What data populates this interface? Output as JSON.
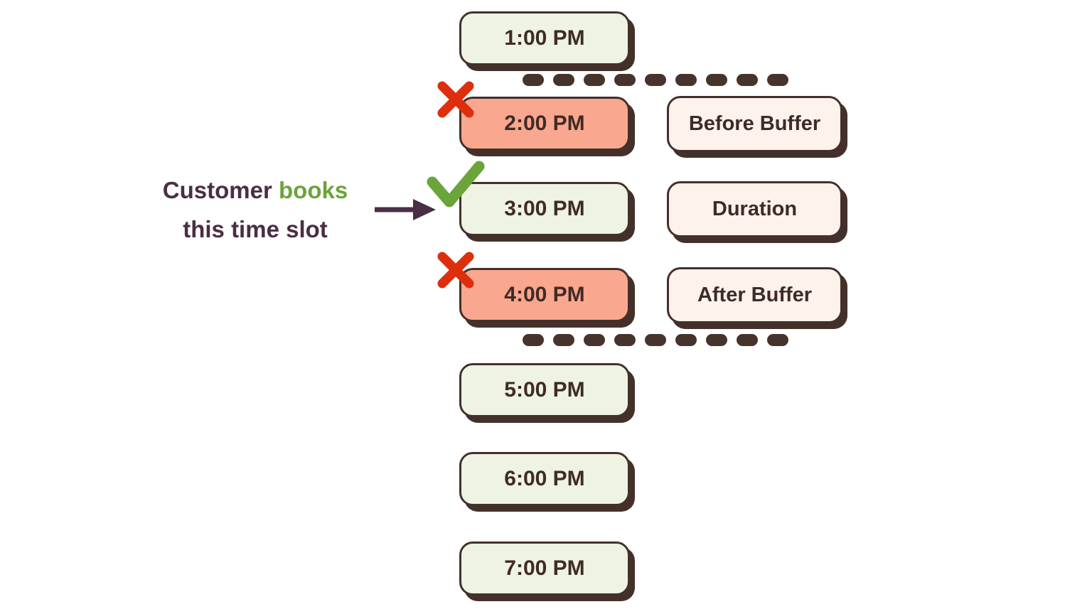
{
  "annotation": {
    "word_customer": "Customer",
    "word_books": "books",
    "line2": "this time slot"
  },
  "time_slots": [
    {
      "time": "1:00 PM",
      "state": "available"
    },
    {
      "time": "2:00 PM",
      "state": "blocked-before-buffer"
    },
    {
      "time": "3:00 PM",
      "state": "booked"
    },
    {
      "time": "4:00 PM",
      "state": "blocked-after-buffer"
    },
    {
      "time": "5:00 PM",
      "state": "available"
    },
    {
      "time": "6:00 PM",
      "state": "available"
    },
    {
      "time": "7:00 PM",
      "state": "available"
    }
  ],
  "buffer_labels": [
    {
      "label": "Before Buffer"
    },
    {
      "label": "Duration"
    },
    {
      "label": "After Buffer"
    }
  ],
  "icons": {
    "blocked": "x-mark",
    "booked": "check-mark"
  },
  "colors": {
    "slot_available_bg": "#eef3e3",
    "slot_blocked_bg": "#f9a78e",
    "buffer_label_bg": "#fdf3ea",
    "outline": "#44302a",
    "x_mark": "#dd2e0e",
    "check_mark": "#6ba43b",
    "annotation_text": "#4a2e45",
    "annotation_highlight": "#6ba43b"
  }
}
